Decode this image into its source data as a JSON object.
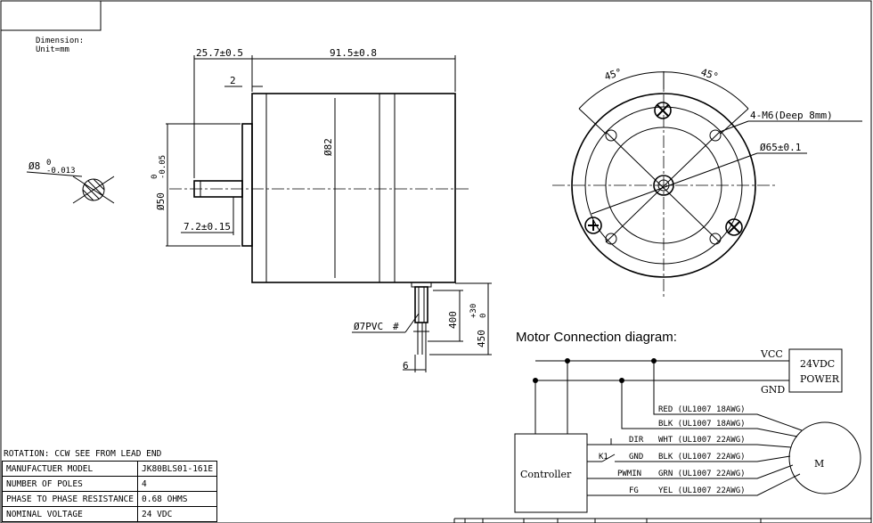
{
  "dimension_note": {
    "line1": "Dimension:",
    "line2": "Unit=mm"
  },
  "side_view": {
    "flange_thickness": "25.7±0.5",
    "body_length": "91.5±0.8",
    "pilot_height": "2",
    "body_diameter": "Ø82",
    "pilot_diameter": "Ø50",
    "pilot_tol_upper": "0",
    "pilot_tol_lower": "-0.05",
    "shaft_flat": "7.2±0.15",
    "cable_dia": "Ø7PVC",
    "cable_mark": "#",
    "lead_len": "400",
    "cable_len": "450",
    "cable_tol_upper": "+30",
    "cable_tol_lower": "0",
    "lead_pitch": "6"
  },
  "shaft_section": {
    "dia": "Ø8",
    "tol_upper": "0",
    "tol_lower": "-0.013"
  },
  "front_view": {
    "angle_left": "45°",
    "angle_right": "45°",
    "holes_label": "4-M6(Deep 8mm)",
    "bolt_circle": "Ø65±0.1"
  },
  "connection": {
    "title": "Motor Connection diagram:",
    "vcc": "VCC",
    "gnd": "GND",
    "power_line1": "24VDC",
    "power_line2": "POWER",
    "controller": "Controller",
    "switch": "K1",
    "motor": "M",
    "signals": [
      "DIR",
      "GND",
      "PWMIN",
      "FG"
    ],
    "wires": [
      "RED (UL1007 18AWG)",
      "BLK (UL1007 18AWG)",
      "WHT (UL1007 22AWG)",
      "BLK (UL1007 22AWG)",
      "GRN (UL1007 22AWG)",
      "YEL (UL1007 22AWG)"
    ]
  },
  "spec_table": {
    "caption": "ROTATION: CCW SEE FROM LEAD END",
    "rows": [
      {
        "label": "MANUFACTUER MODEL",
        "value": "JK80BLS01-161E"
      },
      {
        "label": "NUMBER OF POLES",
        "value": "4"
      },
      {
        "label": "PHASE TO PHASE RESISTANCE",
        "value": "0.68 OHMS"
      },
      {
        "label": "NOMINAL VOLTAGE",
        "value": "24 VDC"
      }
    ]
  }
}
